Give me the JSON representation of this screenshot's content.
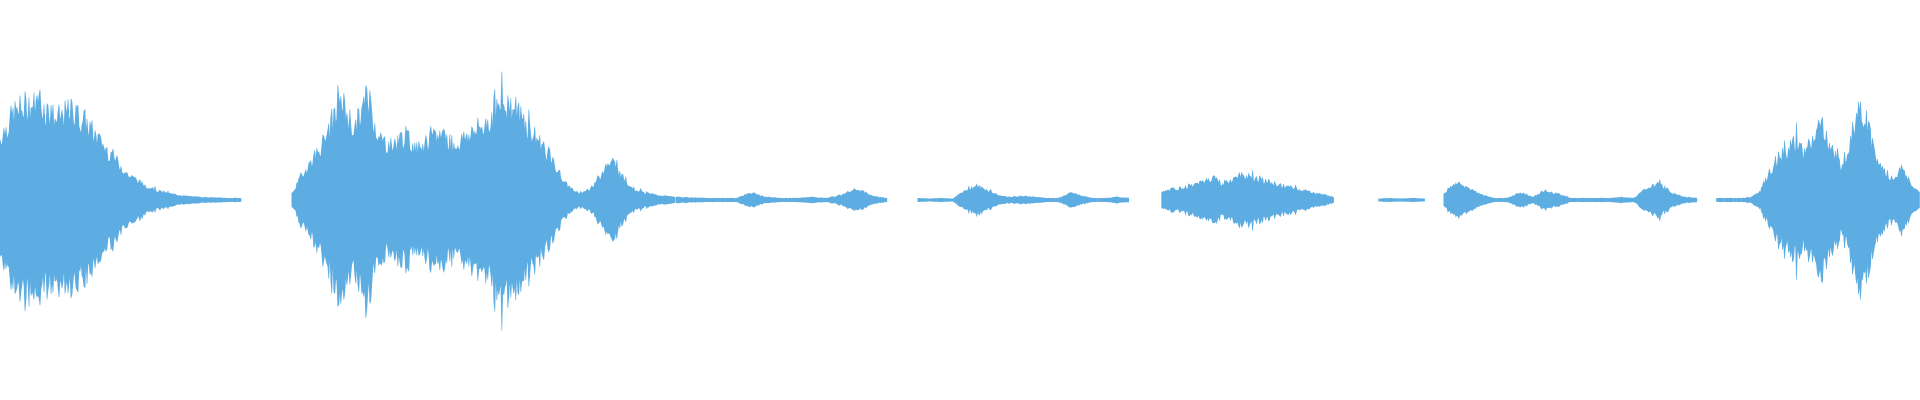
{
  "waveform": {
    "color": "#5dade2",
    "channels": 1,
    "segments": [
      {
        "start": 0.0,
        "end": 0.126,
        "peak": 0.86,
        "envelope": [
          0.55,
          0.78,
          0.86,
          0.84,
          0.72,
          0.8,
          0.7,
          0.52,
          0.38,
          0.22,
          0.14,
          0.08,
          0.05,
          0.03,
          0.02,
          0.015,
          0.01,
          0.01
        ]
      },
      {
        "start": 0.152,
        "end": 0.302,
        "peak": 0.95,
        "envelope": [
          0.05,
          0.25,
          0.42,
          0.6,
          0.88,
          0.62,
          0.93,
          0.55,
          0.48,
          0.58,
          0.45,
          0.52,
          0.6,
          0.48,
          0.58,
          0.64,
          0.74,
          0.88,
          0.8,
          0.62,
          0.5,
          0.3,
          0.12,
          0.05
        ]
      },
      {
        "start": 0.302,
        "end": 0.352,
        "peak": 0.35,
        "envelope": [
          0.05,
          0.1,
          0.22,
          0.35,
          0.2,
          0.1,
          0.06,
          0.04,
          0.03,
          0.02
        ]
      },
      {
        "start": 0.352,
        "end": 0.462,
        "peak": 0.1,
        "envelope": [
          0.02,
          0.015,
          0.01,
          0.01,
          0.01,
          0.06,
          0.02,
          0.01,
          0.01,
          0.02,
          0.01,
          0.04,
          0.1,
          0.03,
          0.01
        ]
      },
      {
        "start": 0.478,
        "end": 0.588,
        "peak": 0.12,
        "envelope": [
          0.01,
          0.005,
          0.01,
          0.005,
          0.08,
          0.12,
          0.08,
          0.03,
          0.02,
          0.03,
          0.02,
          0.01,
          0.01,
          0.06,
          0.03,
          0.01,
          0.01,
          0.02,
          0.01
        ]
      },
      {
        "start": 0.605,
        "end": 0.695,
        "peak": 0.22,
        "envelope": [
          0.06,
          0.09,
          0.1,
          0.12,
          0.16,
          0.2,
          0.14,
          0.18,
          0.22,
          0.2,
          0.17,
          0.14,
          0.12,
          0.1,
          0.08,
          0.06,
          0.04,
          0.02
        ]
      },
      {
        "start": 0.718,
        "end": 0.742,
        "peak": 0.01,
        "envelope": [
          0.005,
          0.01,
          0.005,
          0.01,
          0.005
        ]
      },
      {
        "start": 0.752,
        "end": 0.884,
        "peak": 0.15,
        "envelope": [
          0.05,
          0.15,
          0.1,
          0.04,
          0.01,
          0.01,
          0.06,
          0.02,
          0.08,
          0.05,
          0.01,
          0.01,
          0.01,
          0.01,
          0.02,
          0.01,
          0.1,
          0.14,
          0.06,
          0.02,
          0.01
        ]
      },
      {
        "start": 0.894,
        "end": 1.0,
        "peak": 0.88,
        "envelope": [
          0.01,
          0.01,
          0.01,
          0.01,
          0.02,
          0.08,
          0.25,
          0.38,
          0.45,
          0.52,
          0.4,
          0.58,
          0.66,
          0.45,
          0.3,
          0.48,
          0.86,
          0.7,
          0.35,
          0.25,
          0.18,
          0.28,
          0.12,
          0.06
        ]
      }
    ]
  }
}
